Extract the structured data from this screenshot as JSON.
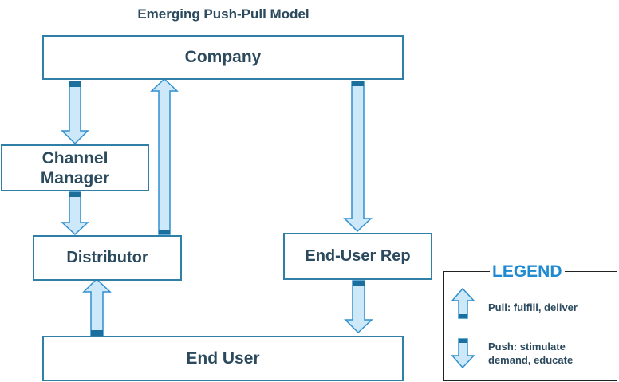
{
  "title": "Emerging Push-Pull Model",
  "nodes": {
    "company": "Company",
    "channel_manager_line1": "Channel",
    "channel_manager_line2": "Manager",
    "distributor": "Distributor",
    "end_user_rep": "End-User Rep",
    "end_user": "End User"
  },
  "legend": {
    "title": "LEGEND",
    "pull_label": "Pull: fulfill, deliver",
    "push_label_line1": "Push: stimulate",
    "push_label_line2": "demand, educate"
  },
  "colors": {
    "box_border": "#2f7fa6",
    "text": "#2b4a5e",
    "arrow_fill": "#cde8f8",
    "arrow_stroke": "#2f8fcf",
    "arrow_tab": "#1b6f9c",
    "legend_title": "#1f8ad0"
  },
  "arrows": [
    {
      "id": "company-to-channel-manager",
      "direction": "push"
    },
    {
      "id": "channel-manager-to-distributor",
      "direction": "push"
    },
    {
      "id": "distributor-to-company",
      "direction": "pull"
    },
    {
      "id": "company-to-end-user-rep",
      "direction": "push"
    },
    {
      "id": "end-user-rep-to-end-user",
      "direction": "push"
    },
    {
      "id": "end-user-to-distributor",
      "direction": "pull"
    }
  ]
}
